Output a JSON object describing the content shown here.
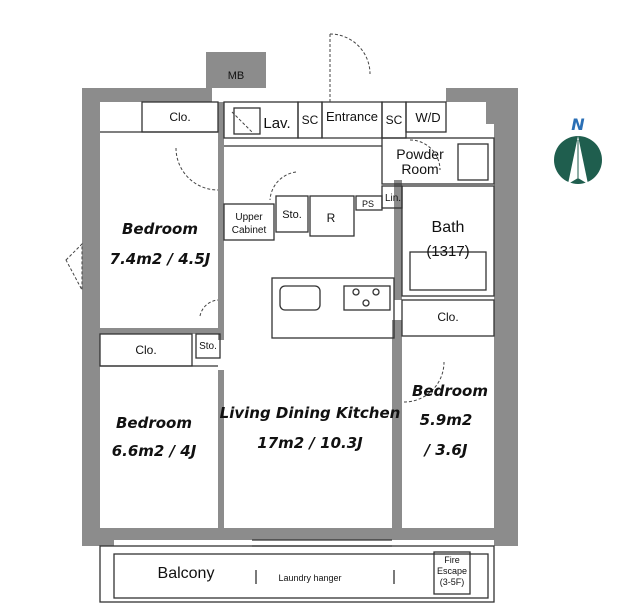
{
  "labels": {
    "mb": "MB",
    "lav": "Lav.",
    "sc1": "SC",
    "entrance": "Entrance",
    "sc2": "SC",
    "wd": "W/D",
    "clo_top": "Clo.",
    "powder_line1": "Powder",
    "powder_line2": "Room",
    "upper_line1": "Upper",
    "upper_line2": "Cabinet",
    "sto1": "Sto.",
    "r": "R",
    "ps": "PS",
    "lin": "Lin.",
    "bath_line1": "Bath",
    "bath_line2": "(1317)",
    "clo_right": "Clo.",
    "sto2": "Sto.",
    "clo_left": "Clo.",
    "balcony": "Balcony",
    "laundry": "Laundry hanger",
    "fire_line1": "Fire",
    "fire_line2": "Escape",
    "fire_line3": "(3-5F)"
  },
  "rooms": {
    "bedroom1": {
      "name": "Bedroom",
      "size": "7.4m2 / 4.5J"
    },
    "bedroom2": {
      "name": "Bedroom",
      "size": "6.6m2 / 4J"
    },
    "bedroom3": {
      "name": "Bedroom",
      "size_line1": "5.9m2",
      "size_line2": "/ 3.6J"
    },
    "ldk": {
      "name": "Living Dining Kitchen",
      "size": "17m2 / 10.3J"
    }
  },
  "compass": {
    "label": "N",
    "label_color": "#2a6fb5",
    "fill_color": "#1f5e4e"
  },
  "colors": {
    "wall": "#8c8c8c",
    "line": "#333333"
  }
}
